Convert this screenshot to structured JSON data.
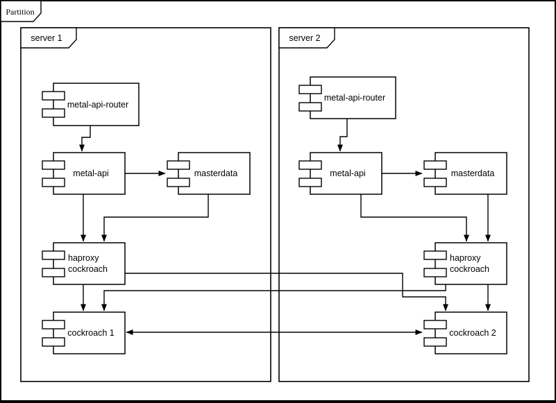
{
  "diagram": {
    "kind": "uml-component-diagram",
    "partition": {
      "label": "Partition"
    },
    "servers": {
      "server1": {
        "label": "server 1"
      },
      "server2": {
        "label": "server 2"
      }
    },
    "components": {
      "s1_router": {
        "label": "metal-api-router"
      },
      "s1_api": {
        "label": "metal-api"
      },
      "s1_masterdata": {
        "label": "masterdata"
      },
      "s1_haproxy": {
        "line1": "haproxy",
        "line2": "cockroach"
      },
      "s1_cockroach": {
        "label": "cockroach 1"
      },
      "s2_router": {
        "label": "metal-api-router"
      },
      "s2_api": {
        "label": "metal-api"
      },
      "s2_masterdata": {
        "label": "masterdata"
      },
      "s2_haproxy": {
        "line1": "haproxy",
        "line2": "cockroach"
      },
      "s2_cockroach": {
        "label": "cockroach 2"
      }
    },
    "edges": [
      {
        "from": "server1/metal-api-router",
        "to": "server1/metal-api",
        "direction": "one-way"
      },
      {
        "from": "server1/metal-api",
        "to": "server1/masterdata",
        "direction": "one-way"
      },
      {
        "from": "server1/metal-api",
        "to": "server1/haproxy-cockroach",
        "direction": "one-way"
      },
      {
        "from": "server1/masterdata",
        "to": "server1/haproxy-cockroach",
        "direction": "one-way"
      },
      {
        "from": "server1/haproxy-cockroach",
        "to": "server1/cockroach-1",
        "direction": "one-way"
      },
      {
        "from": "server2/metal-api-router",
        "to": "server2/metal-api",
        "direction": "one-way"
      },
      {
        "from": "server2/metal-api",
        "to": "server2/masterdata",
        "direction": "one-way"
      },
      {
        "from": "server2/metal-api",
        "to": "server2/haproxy-cockroach",
        "direction": "one-way"
      },
      {
        "from": "server2/masterdata",
        "to": "server2/haproxy-cockroach",
        "direction": "one-way"
      },
      {
        "from": "server2/haproxy-cockroach",
        "to": "server2/cockroach-2",
        "direction": "one-way"
      },
      {
        "from": "server1/haproxy-cockroach",
        "to": "server2/cockroach-2",
        "direction": "one-way"
      },
      {
        "from": "server2/haproxy-cockroach",
        "to": "server1/cockroach-1",
        "direction": "one-way"
      },
      {
        "from": "server1/cockroach-1",
        "to": "server2/cockroach-2",
        "direction": "two-way"
      }
    ],
    "colors": {
      "stroke": "#000000",
      "fill": "#ffffff",
      "background": "#ffffff",
      "text": "#000000"
    }
  }
}
